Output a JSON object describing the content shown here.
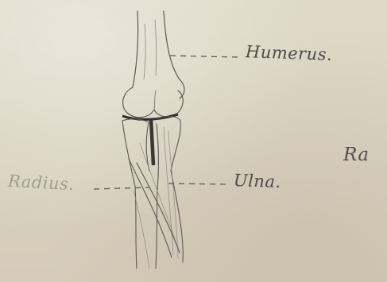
{
  "labels": {
    "humerus": "Humerus.",
    "ulna": "Ulna.",
    "radius": "Radius.",
    "partial_right": "Ra"
  }
}
